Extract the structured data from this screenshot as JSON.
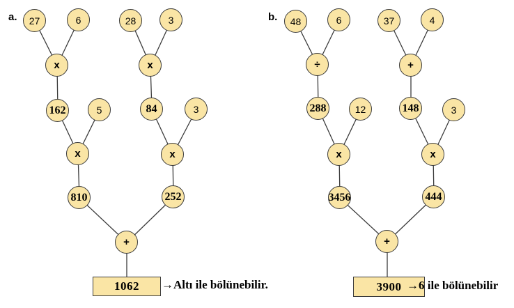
{
  "colors": {
    "node_fill": "#FAE5A5",
    "node_border": "#3B3B3B",
    "line": "#3B3B3B",
    "text": "#000000"
  },
  "diagram_a": {
    "label": "a.",
    "nodes": {
      "v27": "27",
      "v6": "6",
      "v28": "28",
      "v3a": "3",
      "mul1": "x",
      "mul2": "x",
      "v162": "162",
      "v5": "5",
      "v84": "84",
      "v3b": "3",
      "mul3": "x",
      "mul4": "x",
      "v810": "810",
      "v252": "252",
      "plus": "+",
      "result": "1062"
    },
    "annotation": "→Altı ile bölünebilir."
  },
  "diagram_b": {
    "label": "b.",
    "nodes": {
      "v48": "48",
      "v6": "6",
      "v37": "37",
      "v4": "4",
      "div1": "÷",
      "plus1": "+",
      "v288": "288",
      "v12": "12",
      "v148": "148",
      "v3": "3",
      "mul1": "x",
      "mul2": "x",
      "v3456": "3456",
      "v444": "444",
      "plus2": "+",
      "result": "3900"
    },
    "annotation": "→6 ile bölünebilir"
  }
}
